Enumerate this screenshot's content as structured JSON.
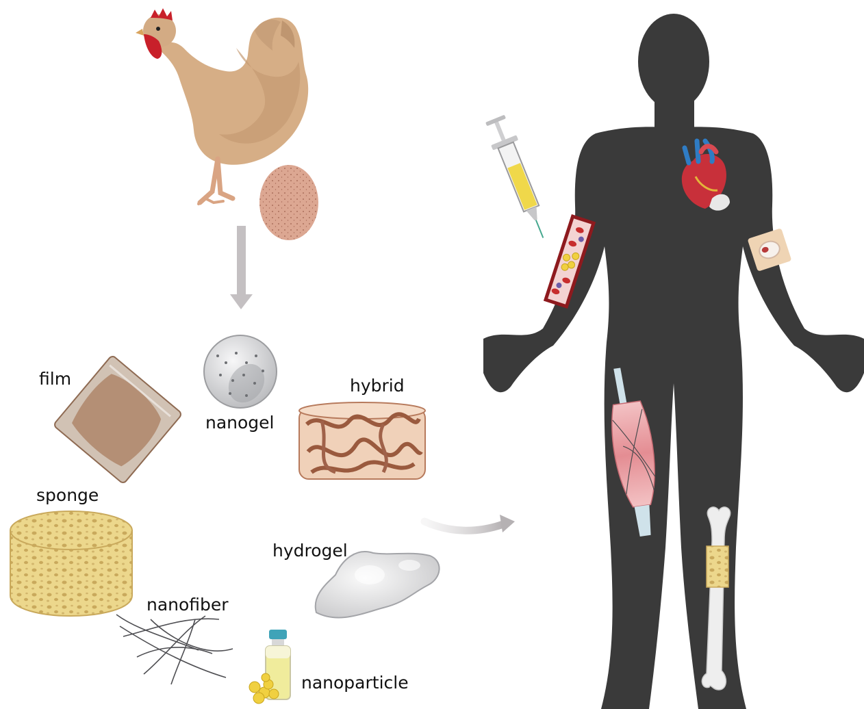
{
  "labels": {
    "film": "film",
    "nanogel": "nanogel",
    "hybrid": "hybrid",
    "sponge": "sponge",
    "hydrogel": "hydrogel",
    "nanofiber": "nanofiber",
    "nanoparticle": "nanoparticle"
  },
  "colors": {
    "body": "#3a3a3a",
    "arrow": "#c4c0c2",
    "hen": "#d8b18a",
    "egg": "#d9a893",
    "sponge": "#ecd88f",
    "muscle": "#e8a0a4",
    "bone": "#eeeeee"
  }
}
